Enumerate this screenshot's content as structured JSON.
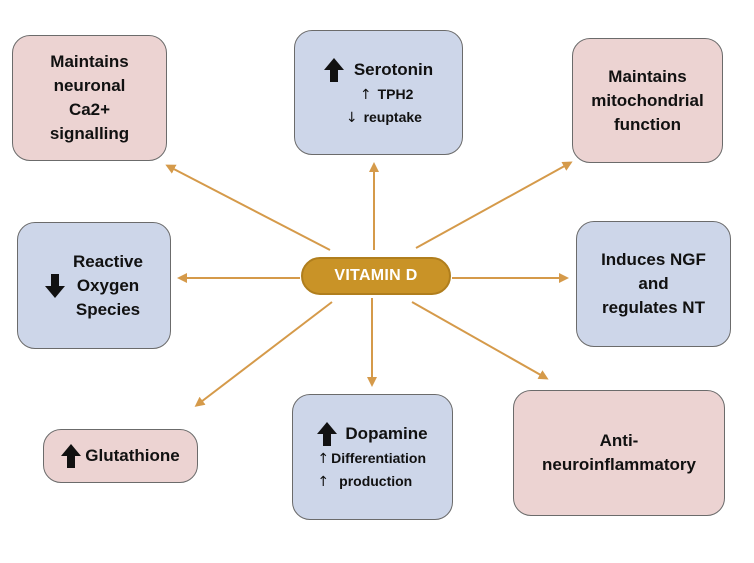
{
  "center": {
    "label": "VITAMIN D"
  },
  "colors": {
    "pink_box": "#ecd3d2",
    "blue_box": "#cdd6e9",
    "pill": "#c99327",
    "arrow": "#d59a4a"
  },
  "nodes": {
    "calcium": {
      "lines": [
        "Maintains",
        "neuronal",
        "Ca2+",
        "signalling"
      ]
    },
    "serotonin": {
      "title": "Serotonin",
      "title_icon": "arrow-up-icon",
      "sub": [
        {
          "icon": "arrow-up-icon",
          "glyph": "↑",
          "text": "TPH2"
        },
        {
          "icon": "arrow-down-icon",
          "glyph": "↓",
          "text": "reuptake"
        }
      ]
    },
    "mitochondrial": {
      "lines": [
        "Maintains",
        "mitochondrial",
        "function"
      ]
    },
    "ros": {
      "icon": "arrow-down-icon",
      "lines": [
        "Reactive",
        "Oxygen",
        "Species"
      ]
    },
    "ngf": {
      "lines": [
        "Induces NGF",
        "and",
        "regulates NT"
      ]
    },
    "glutathione": {
      "icon": "arrow-up-icon",
      "label": "Glutathione"
    },
    "dopamine": {
      "title": "Dopamine",
      "title_icon": "arrow-up-icon",
      "sub": [
        {
          "icon": "arrow-up-icon",
          "glyph": "↑",
          "text": "Differentiation"
        },
        {
          "icon": "arrow-up-icon",
          "glyph": "↑",
          "text": "production"
        }
      ]
    },
    "anti_inflammatory": {
      "lines": [
        "Anti-",
        "neuroinflammatory"
      ]
    }
  }
}
